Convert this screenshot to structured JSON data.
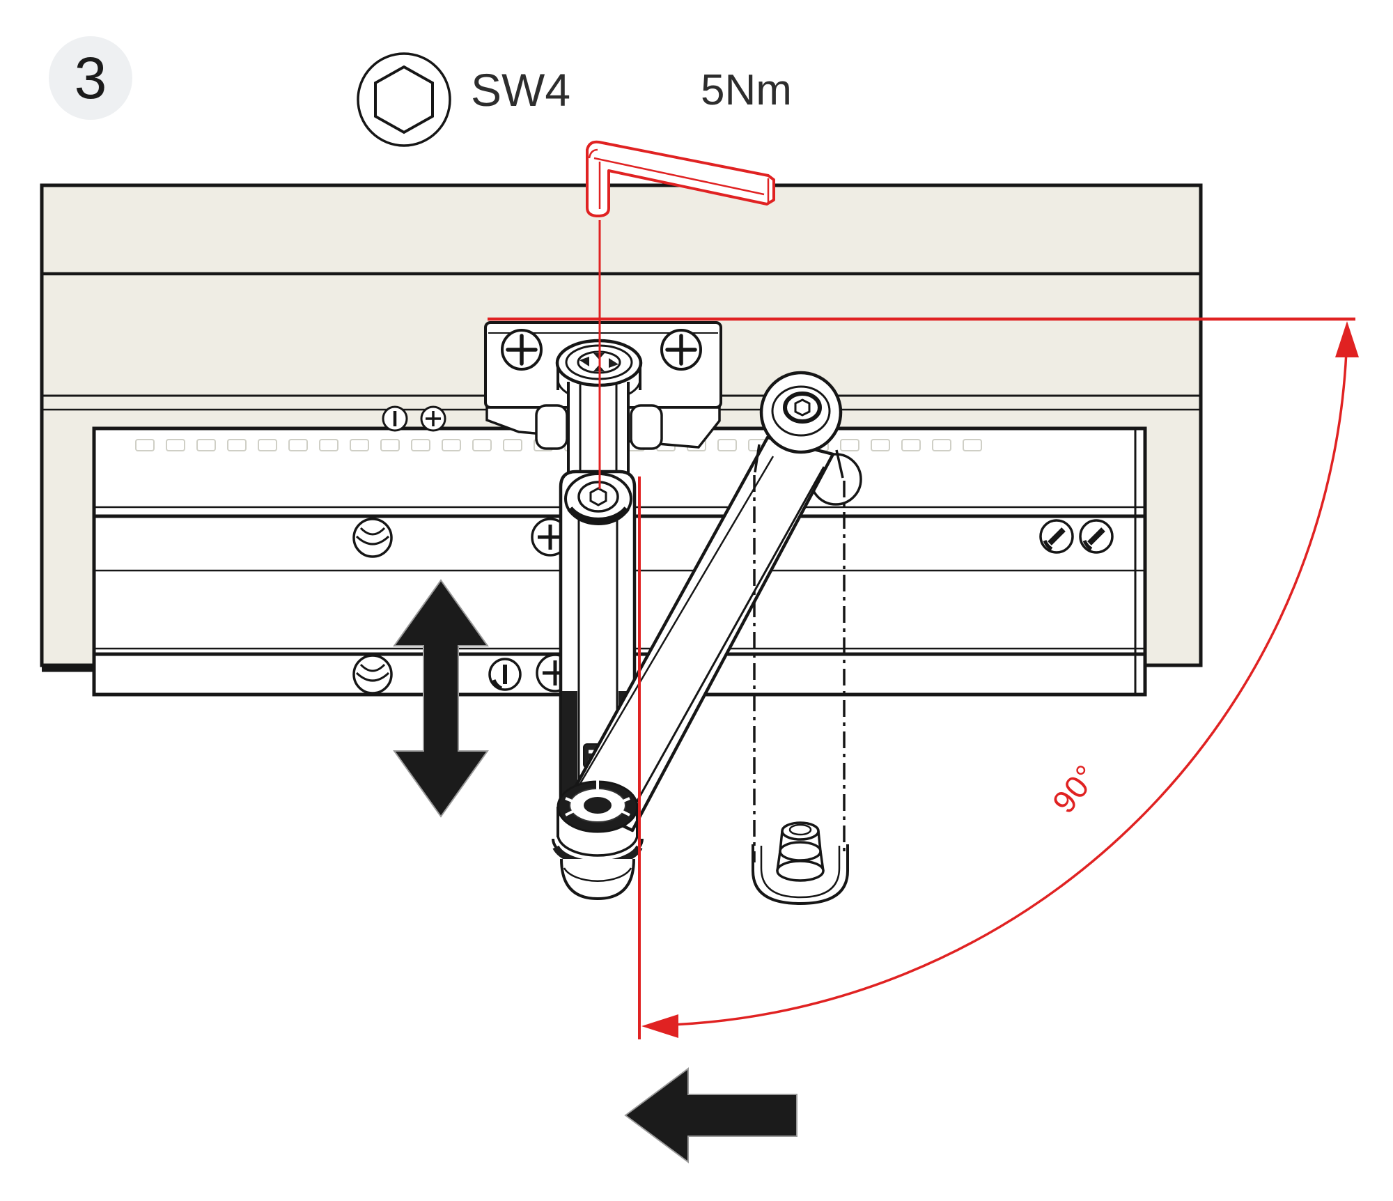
{
  "diagram": {
    "step_number": "3",
    "hex_key_size_label": "SW4",
    "torque_label": "5Nm",
    "rotation_angle_label": "90°"
  },
  "colors": {
    "accent_red": "#e02222",
    "panel_fill": "#efede4",
    "outline_black": "#161616",
    "arrow_black": "#1b1b1b",
    "badge_fill": "#eef0f2",
    "label_gray": "#2d2d2d"
  },
  "icons": {
    "step_badge": "circled step number",
    "hex_socket": "circle with hexagon socket",
    "allen_key": "red L-shaped hex key",
    "double_arrow": "black vertical double arrow (adjust up/down)",
    "left_arrow": "black arrow pointing left (door closing direction)",
    "rotation_arc": "red 90-degree quarter arc with arrowheads"
  }
}
